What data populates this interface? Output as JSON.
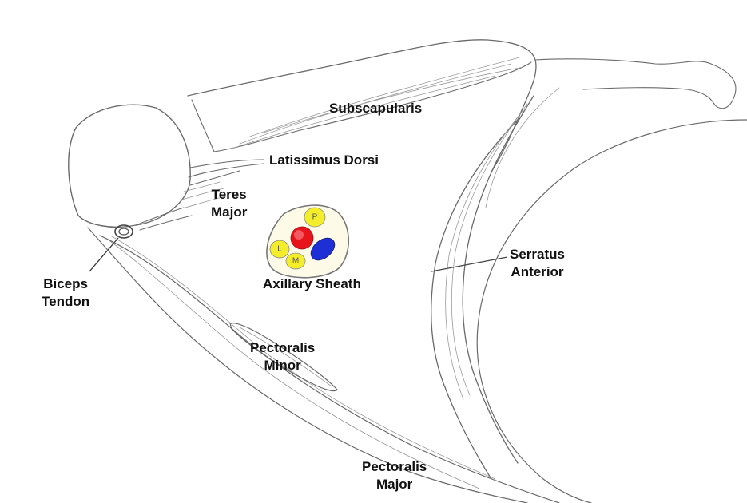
{
  "labels": {
    "subscapularis": "Subscapularis",
    "latissimus_dorsi": "Latissimus Dorsi",
    "teres_major": [
      "Teres",
      "Major"
    ],
    "axillary_sheath": "Axillary Sheath",
    "serratus_anterior": [
      "Serratus",
      "Anterior"
    ],
    "biceps_tendon": [
      "Biceps",
      "Tendon"
    ],
    "pectoralis_minor": [
      "Pectoralis",
      "Minor"
    ],
    "pectoralis_major": [
      "Pectoralis",
      "Major"
    ]
  },
  "sheath_letters": {
    "posterior_cord": "P",
    "lateral_cord": "L",
    "medial_cord": "M"
  },
  "colors": {
    "artery": "#e8141c",
    "vein": "#1f2fd6",
    "nerve_cord": "#f4ee2a",
    "sheath_outline": "#777777",
    "pencil": "#6a6a6a"
  }
}
